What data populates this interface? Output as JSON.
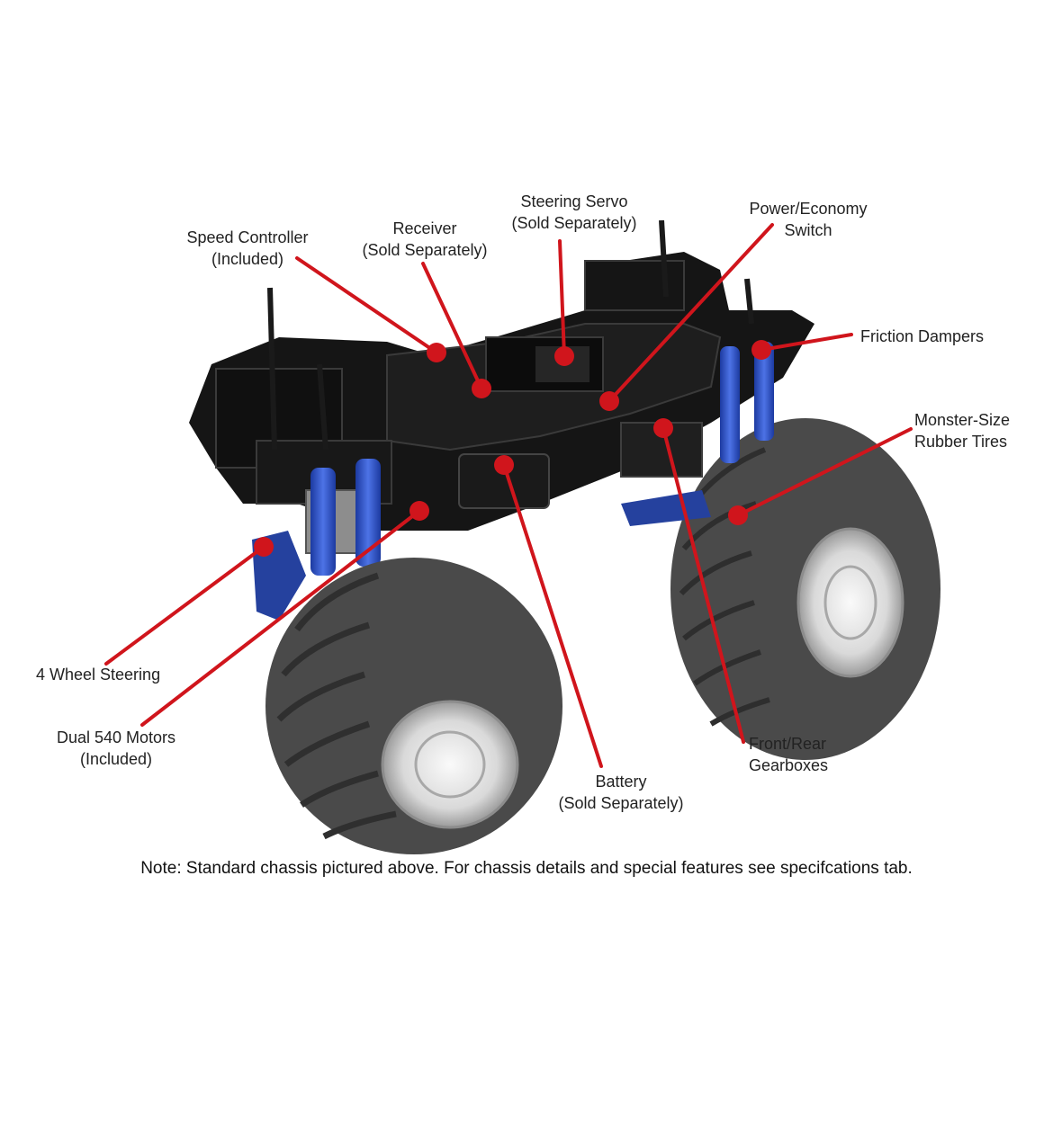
{
  "colors": {
    "callout": "#d0151c",
    "chassis": "#151515",
    "shock": "#2d4fc2",
    "frame_blue": "#25419e",
    "tire": "#4a4a4a",
    "tire_tread": "#5e5e5e",
    "wheel": "#e6e6e6"
  },
  "callouts": [
    {
      "id": "speed-controller",
      "lines": [
        "Speed Controller",
        "(Included)"
      ]
    },
    {
      "id": "receiver",
      "lines": [
        "Receiver",
        "(Sold Separately)"
      ]
    },
    {
      "id": "steering-servo",
      "lines": [
        "Steering Servo",
        "(Sold Separately)"
      ]
    },
    {
      "id": "power-economy-switch",
      "lines": [
        "Power/Economy",
        "Switch"
      ]
    },
    {
      "id": "friction-dampers",
      "lines": [
        "Friction Dampers"
      ]
    },
    {
      "id": "monster-size-rubber-tires",
      "lines": [
        "Monster-Size",
        "Rubber Tires"
      ]
    },
    {
      "id": "four-wheel-steering",
      "lines": [
        "4 Wheel Steering"
      ]
    },
    {
      "id": "dual-540-motors",
      "lines": [
        "Dual 540 Motors",
        "(Included)"
      ]
    },
    {
      "id": "battery",
      "lines": [
        "Battery",
        "(Sold Separately)"
      ]
    },
    {
      "id": "front-rear-gearboxes",
      "lines": [
        "Front/Rear",
        "Gearboxes"
      ]
    }
  ],
  "note": "Note: Standard chassis pictured above. For chassis details and special features see specifcations tab."
}
